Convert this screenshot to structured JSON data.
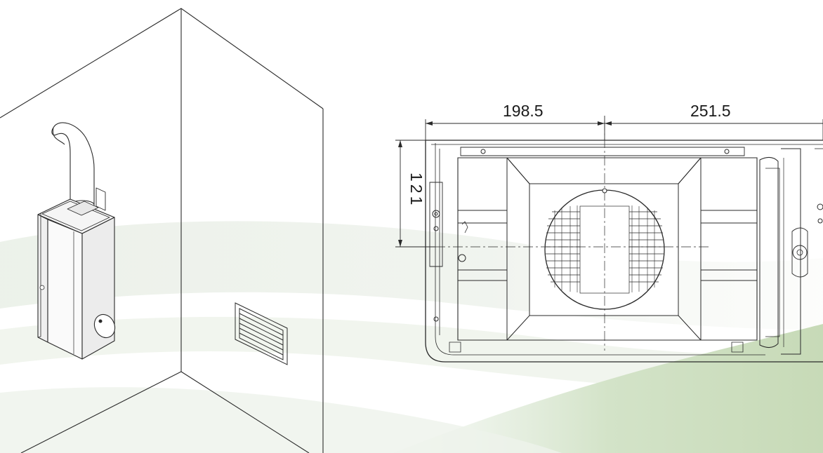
{
  "dimensions": {
    "left_width": "198.5",
    "right_width": "251.5",
    "depth": "121"
  },
  "colors": {
    "line": "#2a2a2a",
    "swoosh_light": "#eef3ea",
    "swoosh_mid": "#e1ebdc",
    "swoosh_green": "#cfe0c4"
  }
}
